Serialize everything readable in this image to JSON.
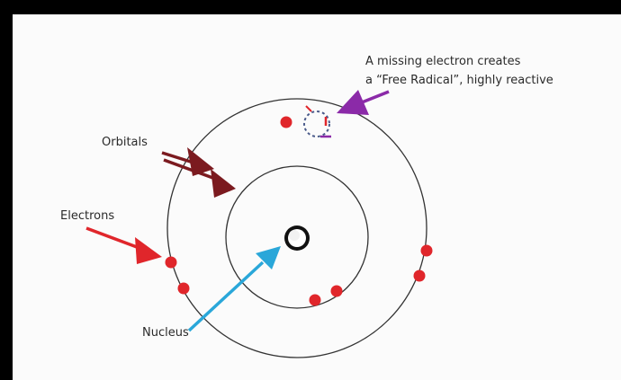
{
  "labels": {
    "free_radical_line1": "A missing electron creates",
    "free_radical_line2": "a “Free Radical”, highly reactive",
    "orbitals": "Orbitals",
    "electrons": "Electrons",
    "nucleus": "Nucleus"
  },
  "colors": {
    "frame": "#000000",
    "background": "#fbfbfb",
    "orbit": "#333333",
    "electron": "#e0262b",
    "orbital_arrow": "#7b1a1f",
    "electron_arrow": "#e0262b",
    "nucleus_arrow": "#2aa7d9",
    "free_radical_arrow": "#8b2aa8"
  }
}
